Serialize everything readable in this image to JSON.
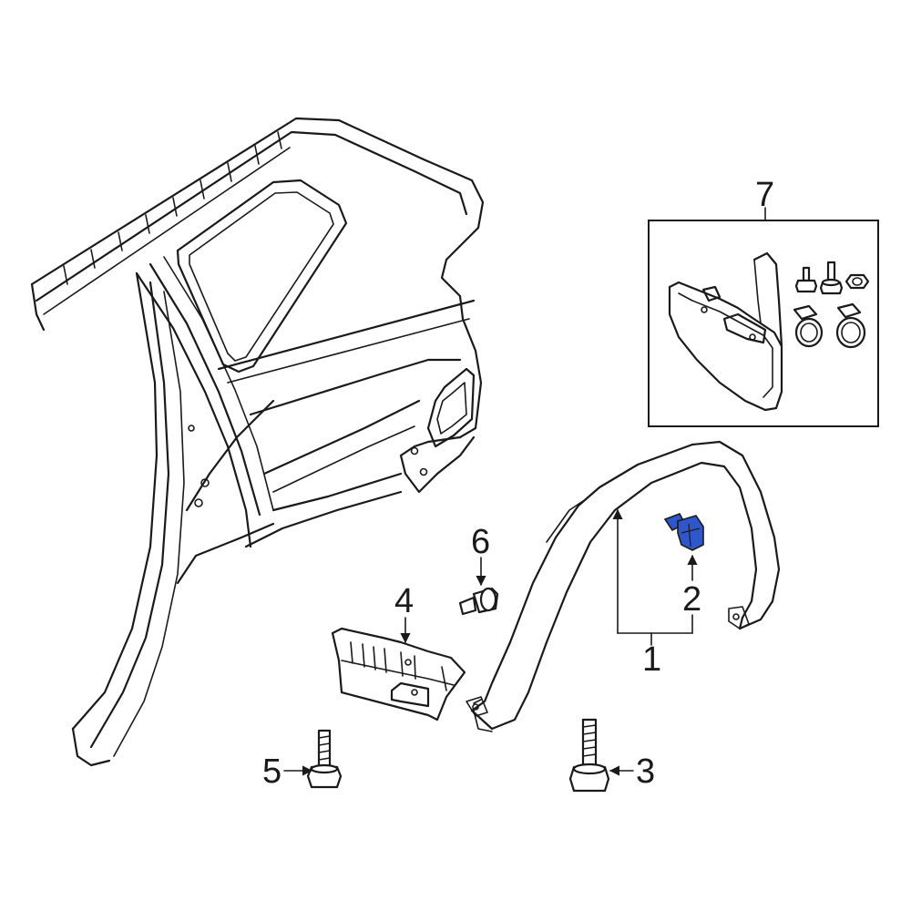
{
  "callouts": {
    "c1": "1",
    "c2": "2",
    "c3": "3",
    "c4": "4",
    "c5": "5",
    "c6": "6",
    "c7": "7"
  },
  "colors": {
    "line": "#1a1a1a",
    "highlight_part": "#2f57c9",
    "background": "#ffffff"
  }
}
